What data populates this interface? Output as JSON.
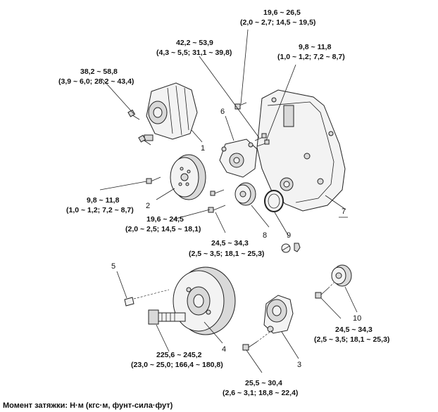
{
  "torque_labels": [
    {
      "line1": "19,6 ~ 26,5",
      "line2": "(2,0 ~ 2,7; 14,5 ~ 19,5)"
    },
    {
      "line1": "42,2 ~ 53,9",
      "line2": "(4,3 ~ 5,5; 31,1 ~ 39,8)"
    },
    {
      "line1": "9,8 ~ 11,8",
      "line2": "(1,0 ~ 1,2; 7,2 ~ 8,7)"
    },
    {
      "line1": "38,2 ~ 58,8",
      "line2": "(3,9 ~ 6,0; 28,2 ~ 43,4)"
    },
    {
      "line1": "9,8 ~ 11,8",
      "line2": "(1,0 ~ 1,2; 7,2 ~ 8,7)"
    },
    {
      "line1": "19,6 ~ 24,5",
      "line2": "(2,0 ~ 2,5; 14,5 ~ 18,1)"
    },
    {
      "line1": "24,5 ~ 34,3",
      "line2": "(2,5 ~ 3,5; 18,1 ~ 25,3)"
    },
    {
      "line1": "24,5 ~ 34,3",
      "line2": "(2,5 ~ 3,5; 18,1 ~ 25,3)"
    },
    {
      "line1": "225,6 ~ 245,2",
      "line2": "(23,0 ~ 25,0; 166,4 ~ 180,8)"
    },
    {
      "line1": "25,5 ~ 30,4",
      "line2": "(2,6 ~ 3,1; 18,8 ~ 22,4)"
    }
  ],
  "part_numbers": [
    "1",
    "2",
    "3",
    "4",
    "5",
    "6",
    "7",
    "8",
    "9",
    "10"
  ],
  "footer": "Момент затяжки: Н·м (кгс·м, фунт-сила·фут)"
}
